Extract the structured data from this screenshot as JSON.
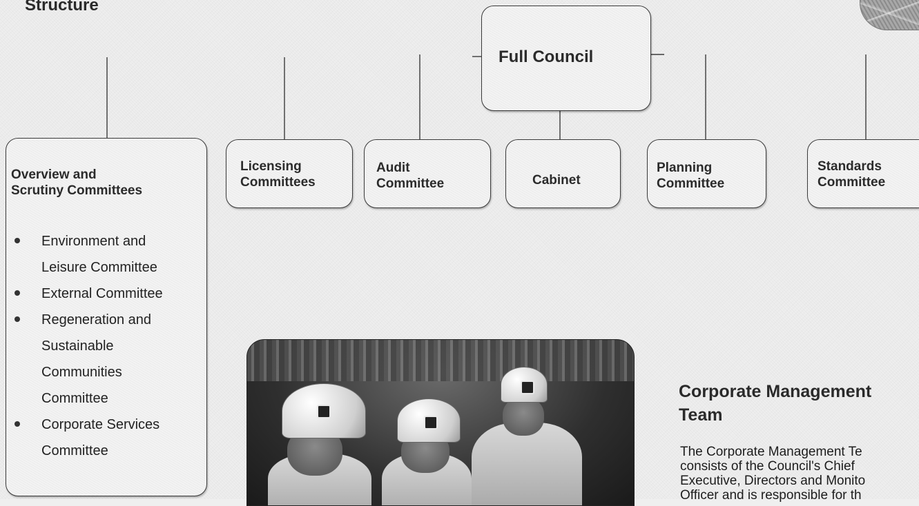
{
  "title": "Structure",
  "boxes": {
    "full_council": "Full Council",
    "licensing": [
      "Licensing",
      "Committees"
    ],
    "audit": [
      "Audit",
      "Committee"
    ],
    "cabinet": "Cabinet",
    "planning": [
      "Planning",
      "Committee"
    ],
    "standards": [
      "Standards",
      "Committee"
    ],
    "scrutiny": [
      "Overview and",
      "Scrutiny Committees"
    ]
  },
  "scrutiny_items": [
    [
      "Environment and",
      "Leisure Committee"
    ],
    [
      "External Committee"
    ],
    [
      "Regeneration and",
      "Sustainable",
      "Communities",
      "Committee"
    ],
    [
      "Corporate Services",
      "Committee"
    ]
  ],
  "cmt": {
    "title": [
      "Corporate Management",
      "Team"
    ],
    "text": [
      "The Corporate Management Te",
      "consists of the Council's Chief",
      "Executive, Directors and Monito",
      "Officer and is responsible for th"
    ]
  }
}
